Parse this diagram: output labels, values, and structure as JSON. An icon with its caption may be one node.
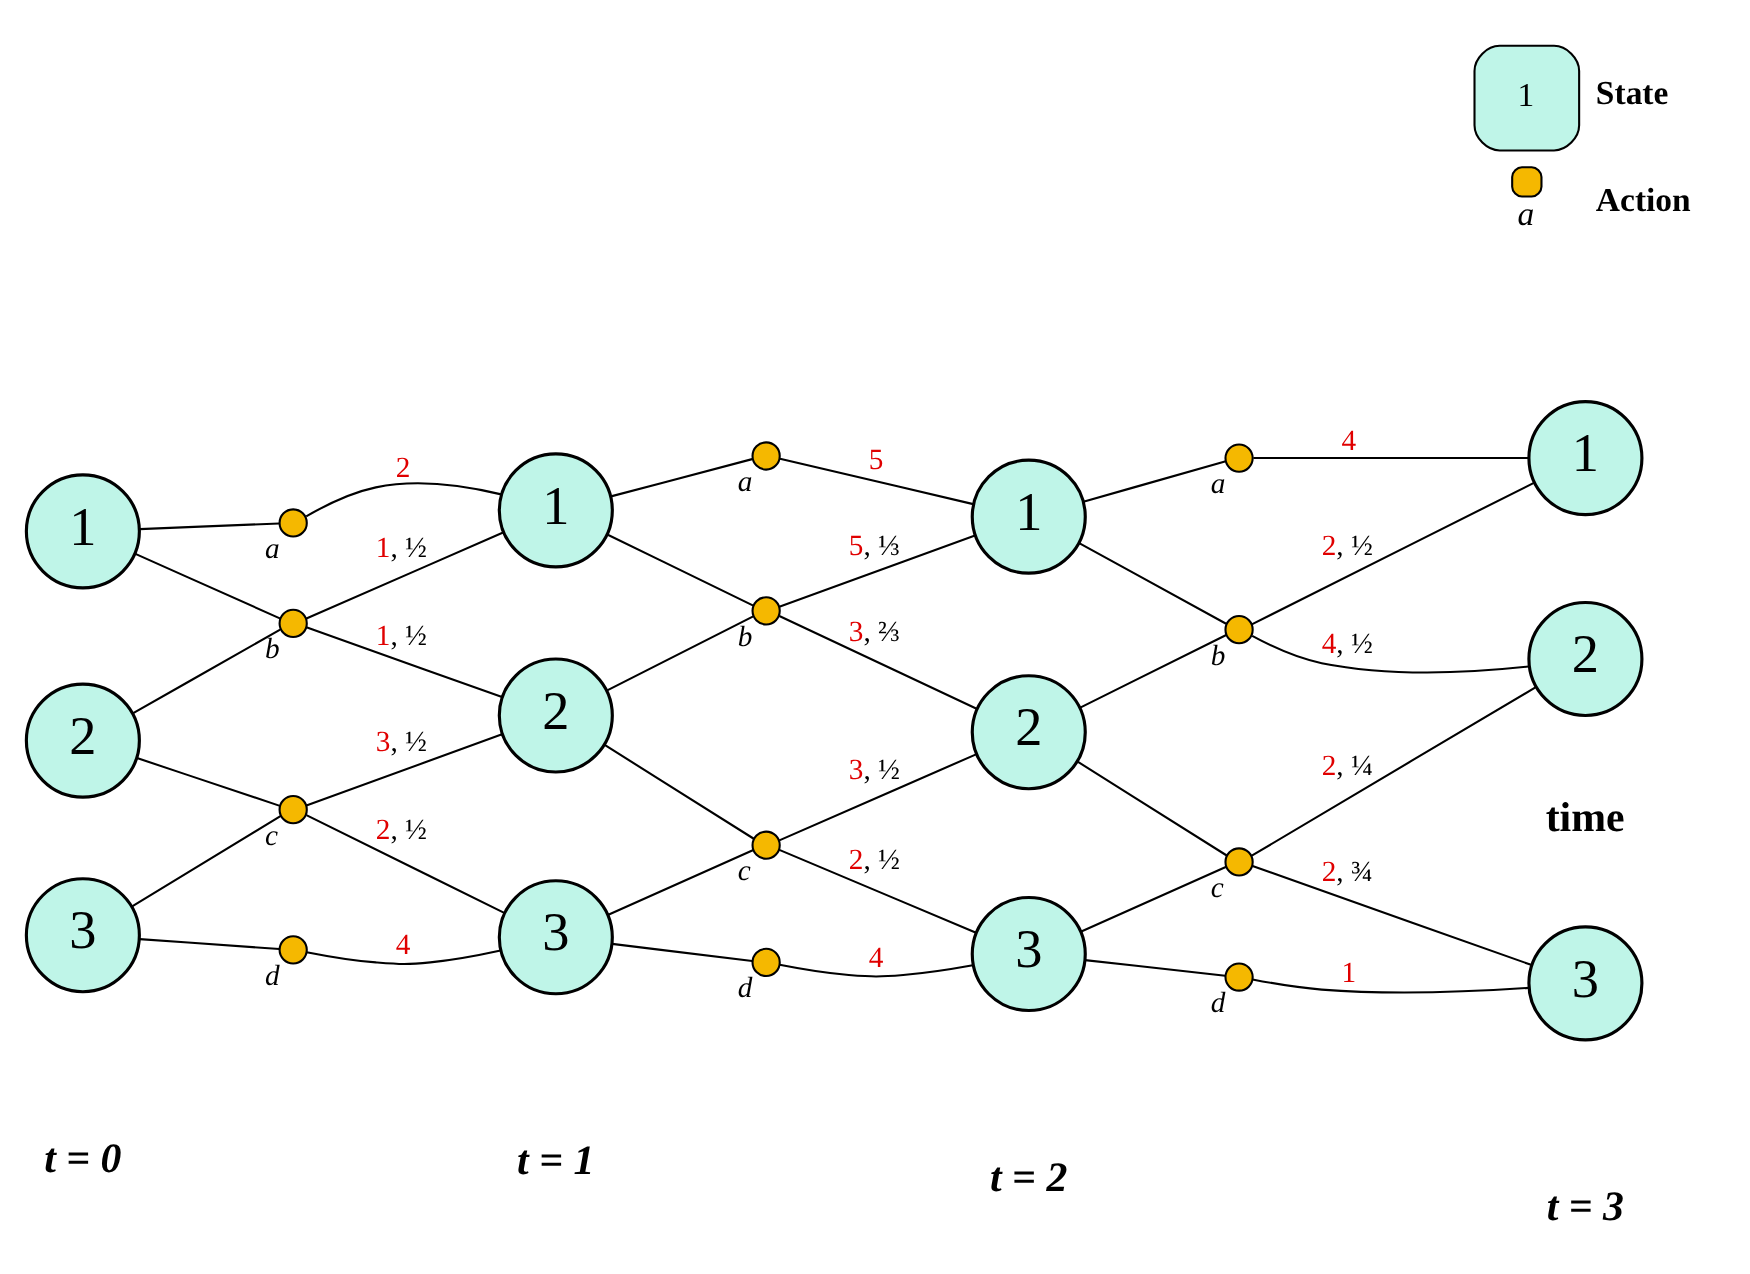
{
  "diagram": {
    "nodes": [
      {
        "text": [
          "1"
        ]
      },
      {
        "text": [
          "2"
        ]
      },
      {
        "text": [
          "3"
        ]
      },
      {
        "text": [],
        "shape": "circle",
        "beside": [
          "a"
        ]
      },
      {
        "text": [],
        "shape": "circle",
        "beside": [
          "b"
        ]
      },
      {
        "text": [],
        "shape": "circle",
        "beside": [
          "c"
        ]
      },
      {
        "text": [],
        "shape": "circle",
        "beside": [
          "d"
        ]
      },
      {
        "text": [
          "1"
        ]
      },
      {
        "text": [
          "2"
        ]
      },
      {
        "text": [
          "3"
        ]
      },
      {
        "text": [],
        "shape": "circle",
        "beside": [
          "a"
        ]
      },
      {
        "text": [],
        "shape": "circle",
        "beside": [
          "b"
        ]
      },
      {
        "text": [],
        "shape": "circle",
        "beside": [
          "c"
        ]
      },
      {
        "text": [],
        "shape": "circle",
        "beside": [
          "d"
        ]
      },
      {
        "text": [
          "1"
        ]
      },
      {
        "text": [
          "2"
        ]
      },
      {
        "text": [
          "3"
        ]
      },
      {
        "text": [],
        "shape": "circle",
        "beside": [
          "a"
        ]
      },
      {
        "text": [],
        "shape": "circle",
        "beside": [
          "b"
        ]
      },
      {
        "text": [],
        "shape": "circle",
        "beside": [
          "c"
        ]
      },
      {
        "text": [],
        "shape": "circle",
        "beside": [
          "d"
        ]
      },
      {
        "text": [
          "1"
        ]
      },
      {
        "text": [
          "2"
        ]
      },
      {
        "text": [
          "3"
        ]
      }
    ],
    "edges": [
      {
        "from": 0,
        "to": 3,
        "arrow": "none"
      },
      {
        "from": 0,
        "to": 4,
        "arrow": "none"
      },
      {
        "from": 1,
        "to": 4,
        "arrow": "none"
      },
      {
        "from": 1,
        "to": 5,
        "arrow": "none"
      },
      {
        "from": 2,
        "to": 5,
        "arrow": "none"
      },
      {
        "from": 2,
        "to": 6,
        "arrow": "none"
      },
      {
        "from": 3,
        "to": 7,
        "arrow": "none",
        "label": "2"
      },
      {
        "from": 4,
        "to": 7,
        "arrow": "none",
        "label": "1, ½"
      },
      {
        "from": 4,
        "to": 8,
        "arrow": "none",
        "label": "1, ½"
      },
      {
        "from": 5,
        "to": 8,
        "arrow": "none",
        "label": "3, ½"
      },
      {
        "from": 5,
        "to": 9,
        "arrow": "none",
        "label": "2, ½"
      },
      {
        "from": 6,
        "to": 9,
        "arrow": "none",
        "label": "4"
      },
      {
        "from": 7,
        "to": 10,
        "arrow": "none"
      },
      {
        "from": 7,
        "to": 11,
        "arrow": "none"
      },
      {
        "from": 8,
        "to": 11,
        "arrow": "none"
      },
      {
        "from": 8,
        "to": 12,
        "arrow": "none"
      },
      {
        "from": 9,
        "to": 12,
        "arrow": "none"
      },
      {
        "from": 9,
        "to": 13,
        "arrow": "none"
      },
      {
        "from": 10,
        "to": 14,
        "arrow": "none",
        "label": "5"
      },
      {
        "from": 11,
        "to": 14,
        "arrow": "none",
        "label": "5, ⅓"
      },
      {
        "from": 11,
        "to": 15,
        "arrow": "none",
        "label": "3, ⅔"
      },
      {
        "from": 12,
        "to": 15,
        "arrow": "none",
        "label": "3, ½"
      },
      {
        "from": 12,
        "to": 16,
        "arrow": "none",
        "label": "2, ½"
      },
      {
        "from": 13,
        "to": 16,
        "arrow": "none",
        "label": "4"
      },
      {
        "from": 14,
        "to": 17,
        "arrow": "none"
      },
      {
        "from": 14,
        "to": 18,
        "arrow": "none"
      },
      {
        "from": 15,
        "to": 18,
        "arrow": "none"
      },
      {
        "from": 15,
        "to": 19,
        "arrow": "none"
      },
      {
        "from": 16,
        "to": 19,
        "arrow": "none"
      },
      {
        "from": 16,
        "to": 20,
        "arrow": "none"
      },
      {
        "from": 17,
        "to": 21,
        "arrow": "none",
        "label": "4"
      },
      {
        "from": 18,
        "to": 21,
        "arrow": "none",
        "label": "2, ½"
      },
      {
        "from": 18,
        "to": 22,
        "arrow": "none",
        "label": "4, ½"
      },
      {
        "from": 19,
        "to": 22,
        "arrow": "none",
        "label": "2, ¼"
      },
      {
        "from": 19,
        "to": 23,
        "arrow": "none",
        "label": "2, ¾"
      },
      {
        "from": 20,
        "to": 23,
        "arrow": "none",
        "label": "1"
      }
    ],
    "labels": [
      "1",
      "a",
      "t = 0",
      "t = 1",
      "t = 2",
      "t = 3",
      "time"
    ],
    "legend": [
      {
        "text": "State"
      },
      {
        "text": "Action"
      }
    ]
  }
}
